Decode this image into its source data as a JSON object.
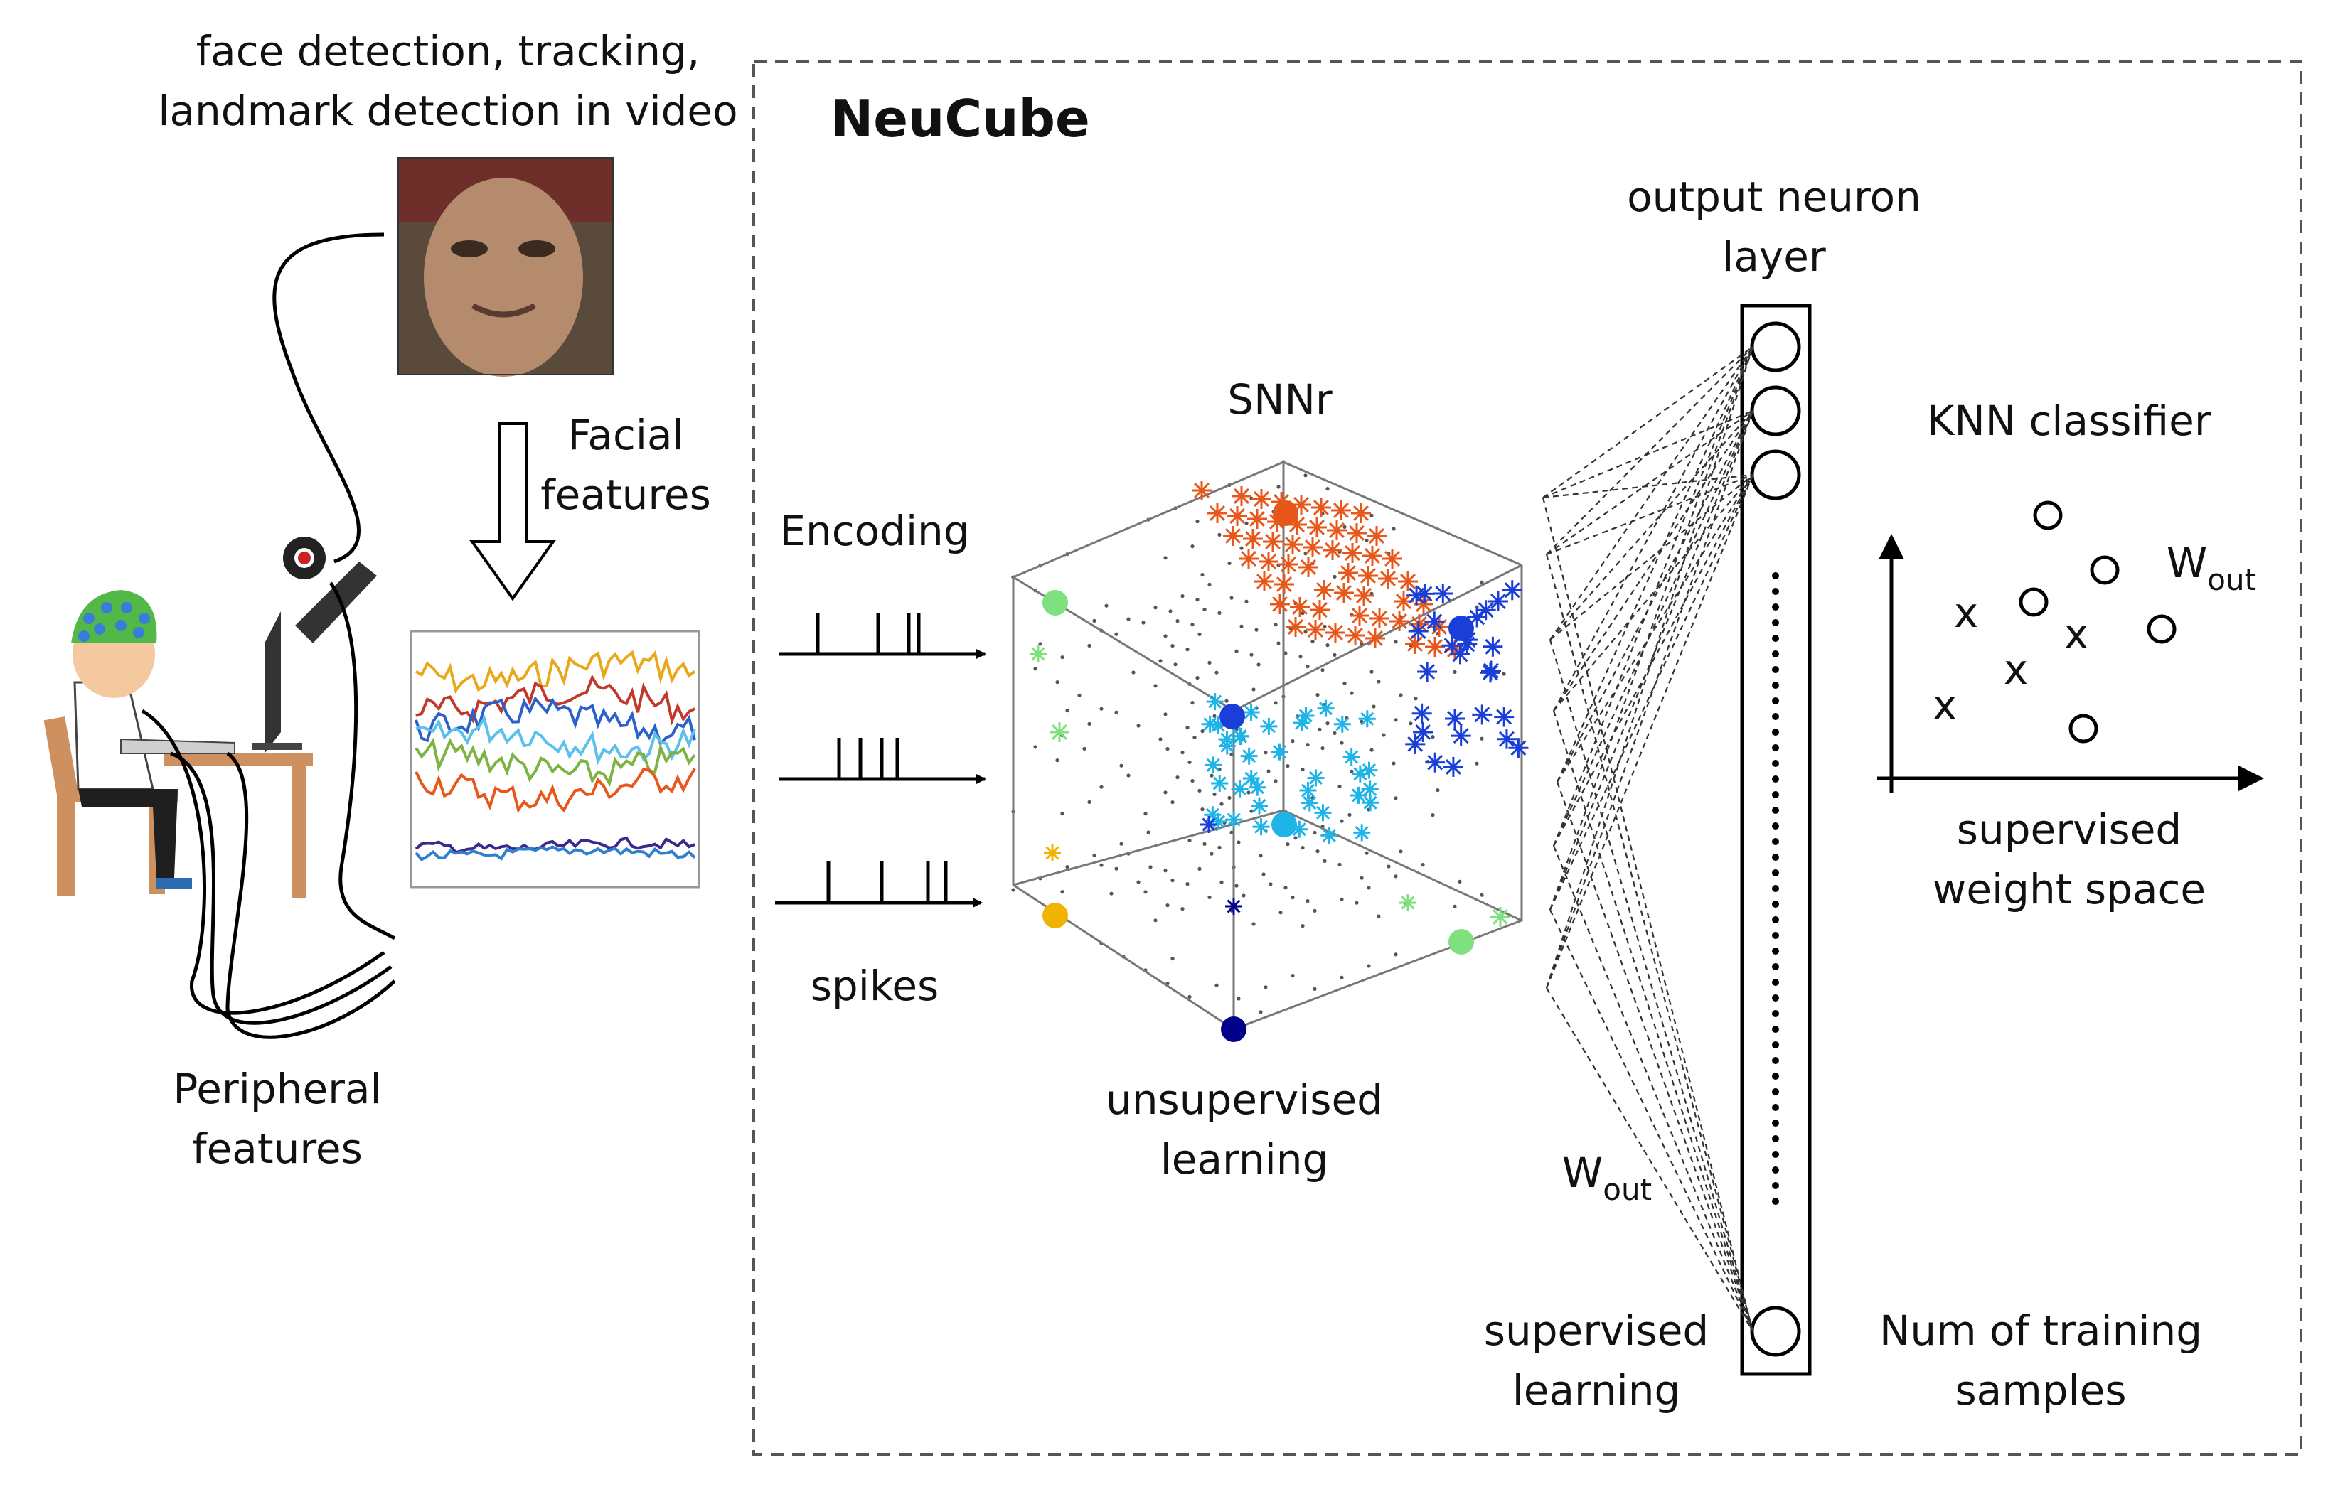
{
  "left": {
    "face_caption_line1": "face detection, tracking,",
    "face_caption_line2": "landmark detection in video",
    "facial_features_line1": "Facial",
    "facial_features_line2": "features",
    "peripheral_line1": "Peripheral",
    "peripheral_line2": "features"
  },
  "neucube": {
    "title": "NeuCube",
    "encoding": "Encoding",
    "spikes": "spikes",
    "snnr": "SNNr",
    "unsupervised_line1": "unsupervised",
    "unsupervised_line2": "learning",
    "output_layer_line1": "output neuron",
    "output_layer_line2": "layer",
    "w_main": "W",
    "w_sub": "out",
    "supervised_line1": "supervised",
    "supervised_line2": "learning"
  },
  "classifier": {
    "title": "KNN classifier",
    "w_main": "W",
    "w_sub": "out",
    "space_line1": "supervised",
    "space_line2": "weight space",
    "samples_line1": "Num of training",
    "samples_line2": "samples",
    "x_mark": "x"
  },
  "colors": {
    "orange_cluster": "#e8571a",
    "cyan_cluster": "#1fb4e8",
    "blue_cluster": "#1a3fd8",
    "green_marker": "#7ee07e",
    "yellow_marker": "#f0b400",
    "navy_marker": "#00008b",
    "signal_lines": [
      "#e8a81a",
      "#c0392b",
      "#2a62c9",
      "#5bc0eb",
      "#7cb342",
      "#e8571a",
      "#3b2a8c",
      "#2f7fd0"
    ]
  }
}
